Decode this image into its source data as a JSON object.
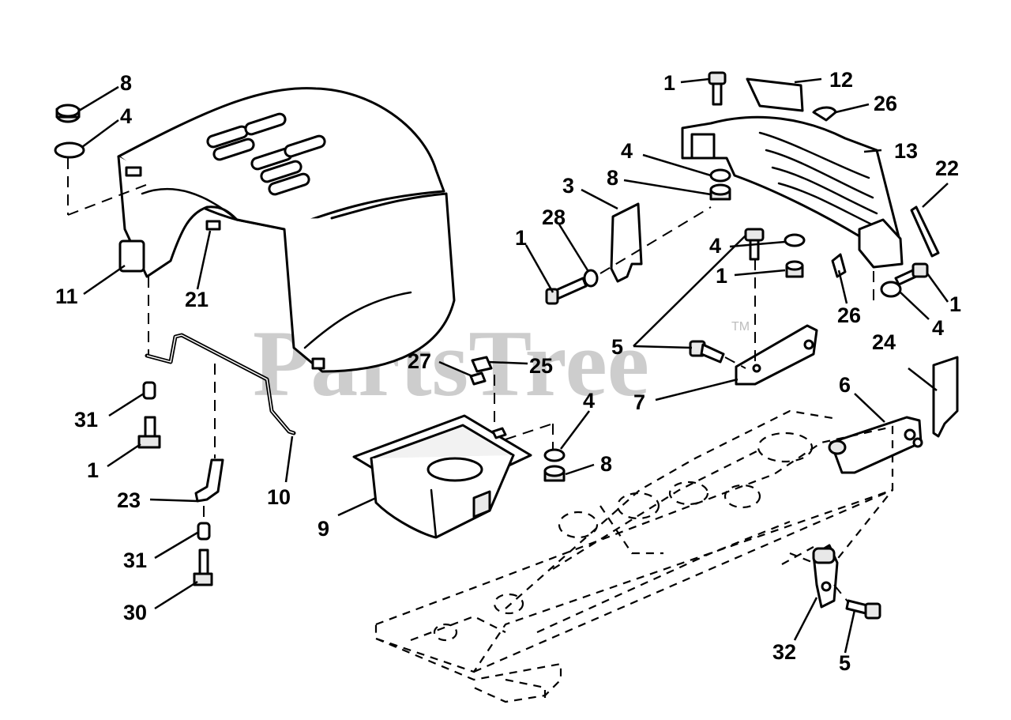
{
  "watermark": {
    "text": "PartsTree",
    "trademark": "TM"
  },
  "callouts": {
    "c8a": "8",
    "c4a": "4",
    "c11": "11",
    "c21": "21",
    "c31a": "31",
    "c1a": "1",
    "c10": "10",
    "c23": "23",
    "c31b": "31",
    "c30": "30",
    "c1b": "1",
    "c12": "12",
    "c26a": "26",
    "c13": "13",
    "c4b": "4",
    "c8b": "8",
    "c3": "3",
    "c22": "22",
    "c28": "28",
    "c1c": "1",
    "c4c": "4",
    "c1d": "1",
    "c26b": "26",
    "c1e": "1",
    "c4d": "4",
    "c5a": "5",
    "c7": "7",
    "c27": "27",
    "c25": "25",
    "c24": "24",
    "c6": "6",
    "c4e": "4",
    "c8c": "8",
    "c9": "9",
    "c32": "32",
    "c5b": "5"
  }
}
